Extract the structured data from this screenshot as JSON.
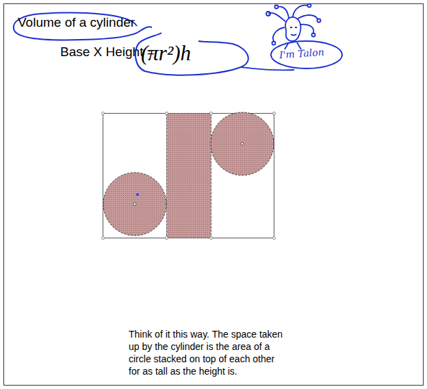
{
  "diagram": {
    "title": "Volume of a cylinder",
    "caption": "Think of it this way.  The space taken up by the cylinder is the area of a circle stacked on top of each other for as tall as the height is.",
    "labels": [
      "Base X Height =",
      "(πr²)h",
      "I'm Talon"
    ]
  }
}
